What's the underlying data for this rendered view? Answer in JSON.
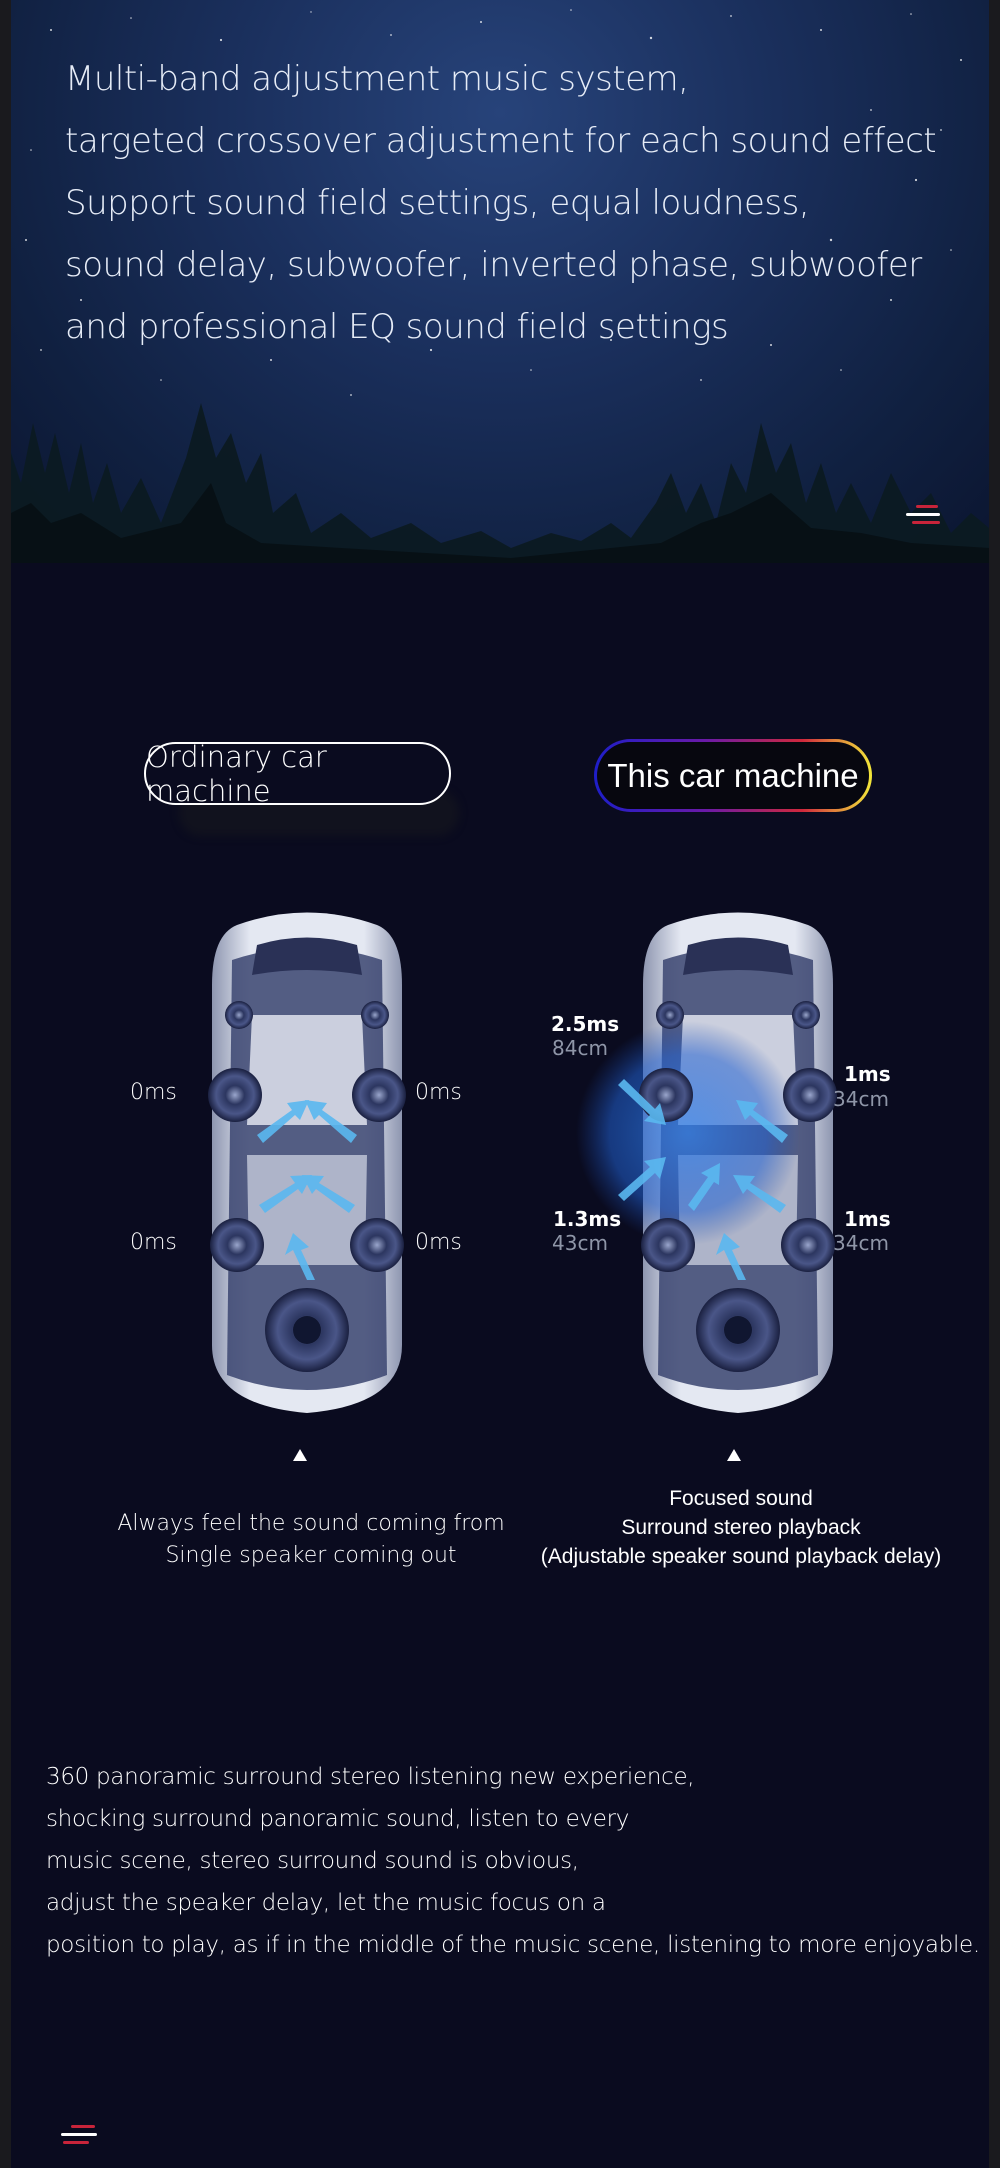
{
  "colors": {
    "background": "#0a0b1f",
    "hero_sky": "#1a2f5c",
    "accent_red": "#c8243a",
    "pill_gradient": [
      "#1e1ec8",
      "#6a1aa8",
      "#d0283c",
      "#f3e83a"
    ]
  },
  "hero": {
    "lines": [
      "Multi-band adjustment music system,",
      "targeted crossover adjustment for each sound effect",
      "Support sound field settings, equal loudness,",
      "sound delay, subwoofer, inverted phase, subwoofer",
      "and professional EQ sound field settings"
    ],
    "menu_icon": "menu-lines-icon"
  },
  "comparison": {
    "left": {
      "title": "Ordinary car machine",
      "delays": {
        "front_left": "0ms",
        "front_right": "0ms",
        "rear_left": "0ms",
        "rear_right": "0ms"
      },
      "caption": [
        "Always feel the sound coming from",
        "Single speaker coming out"
      ]
    },
    "right": {
      "title": "This car machine",
      "front_left": {
        "ms": "2.5ms",
        "cm": "84cm"
      },
      "front_right": {
        "ms": "1ms",
        "cm": "34cm"
      },
      "rear_left": {
        "ms": "1.3ms",
        "cm": "43cm"
      },
      "rear_right": {
        "ms": "1ms",
        "cm": "34cm"
      },
      "caption": [
        "Focused sound",
        "Surround stereo playback",
        "(Adjustable speaker sound playback delay)"
      ]
    }
  },
  "body": {
    "lines": [
      "360 panoramic surround stereo listening new experience,",
      "shocking surround panoramic sound, listen to every",
      "music scene, stereo surround sound is obvious,",
      "adjust the speaker delay, let the music focus on a",
      "position to play, as if in the middle of the music scene, listening to more enjoyable."
    ]
  }
}
